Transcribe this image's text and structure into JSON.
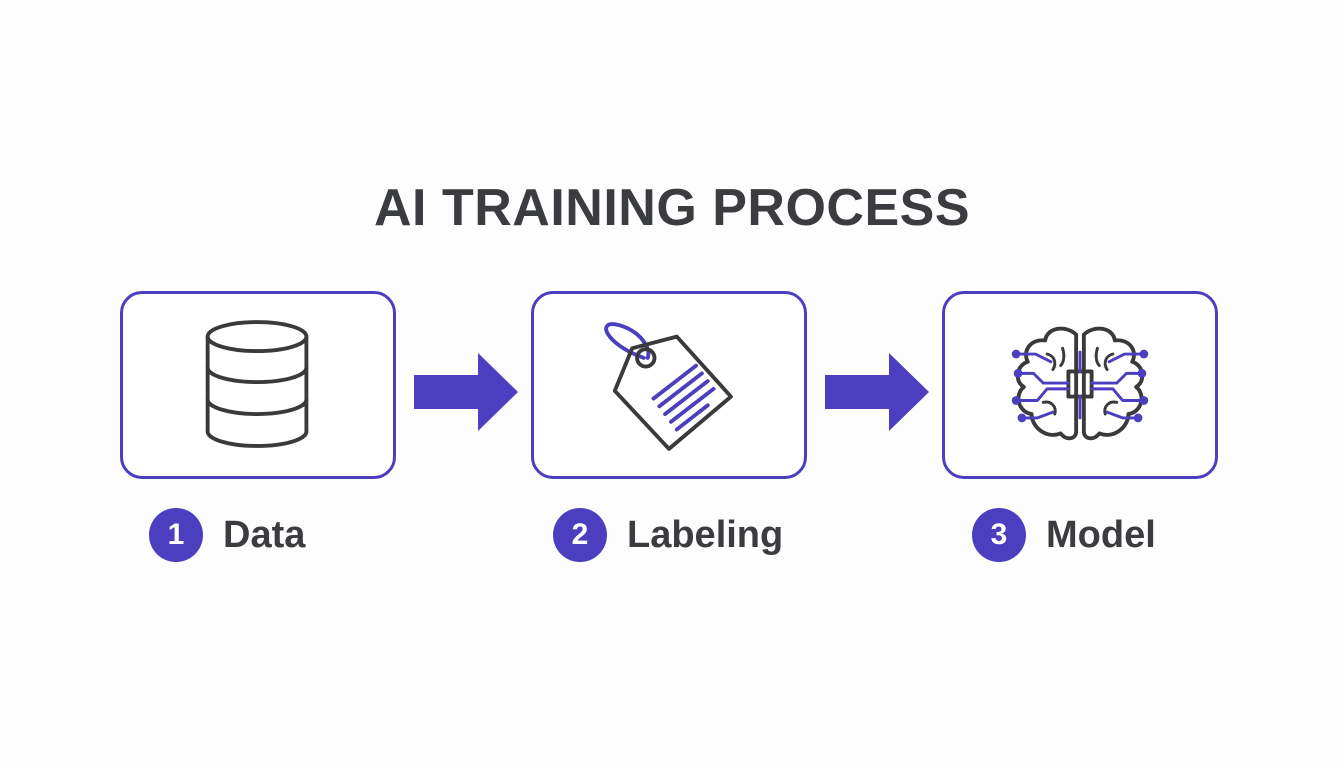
{
  "title": "AI TRAINING PROCESS",
  "colors": {
    "accent": "#4b3fc0",
    "text": "#3b3c3f",
    "icon_stroke": "#3a3a3a",
    "background": "#fdfdfe"
  },
  "steps": [
    {
      "number": "1",
      "label": "Data",
      "icon": "database-icon"
    },
    {
      "number": "2",
      "label": "Labeling",
      "icon": "tag-icon"
    },
    {
      "number": "3",
      "label": "Model",
      "icon": "brain-circuit-icon"
    }
  ],
  "connectors": [
    "arrow-right-icon",
    "arrow-right-icon"
  ]
}
